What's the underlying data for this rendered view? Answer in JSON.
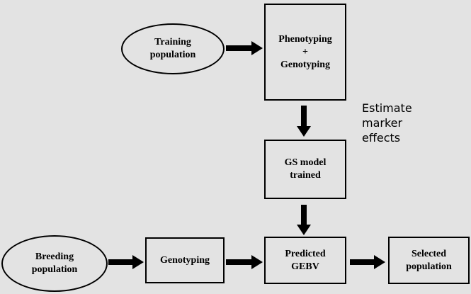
{
  "nodes": {
    "training_population": [
      "Training",
      "population"
    ],
    "pheno_geno": [
      "Phenotyping",
      "+",
      "Genotyping"
    ],
    "gs_model": [
      "GS model",
      "trained"
    ],
    "breeding_population": [
      "Breeding",
      "population"
    ],
    "genotyping": [
      "Genotyping"
    ],
    "predicted_gebv": [
      "Predicted",
      "GEBV"
    ],
    "selected_population": [
      "Selected",
      "population"
    ]
  },
  "annotation": [
    "Estimate",
    "marker",
    "effects"
  ]
}
